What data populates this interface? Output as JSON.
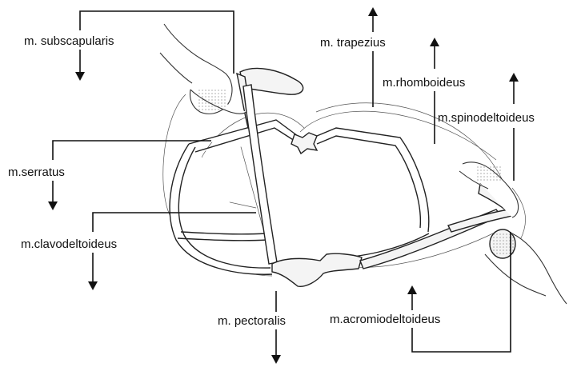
{
  "labels": {
    "subscapularis": "m. subscapularis",
    "trapezius": "m. trapezius",
    "rhomboideus": "m.rhomboideus",
    "spinodeltoideus": "m.spinodeltoideus",
    "serratus": "m.serratus",
    "clavodeltoideus": "m.clavodeltoideus",
    "pectoralis": "m. pectoralis",
    "acromiodeltoideus": "m.acromiodeltoideus"
  },
  "icons": [
    "arrow-down-icon",
    "arrow-up-icon",
    "hand-icon"
  ]
}
